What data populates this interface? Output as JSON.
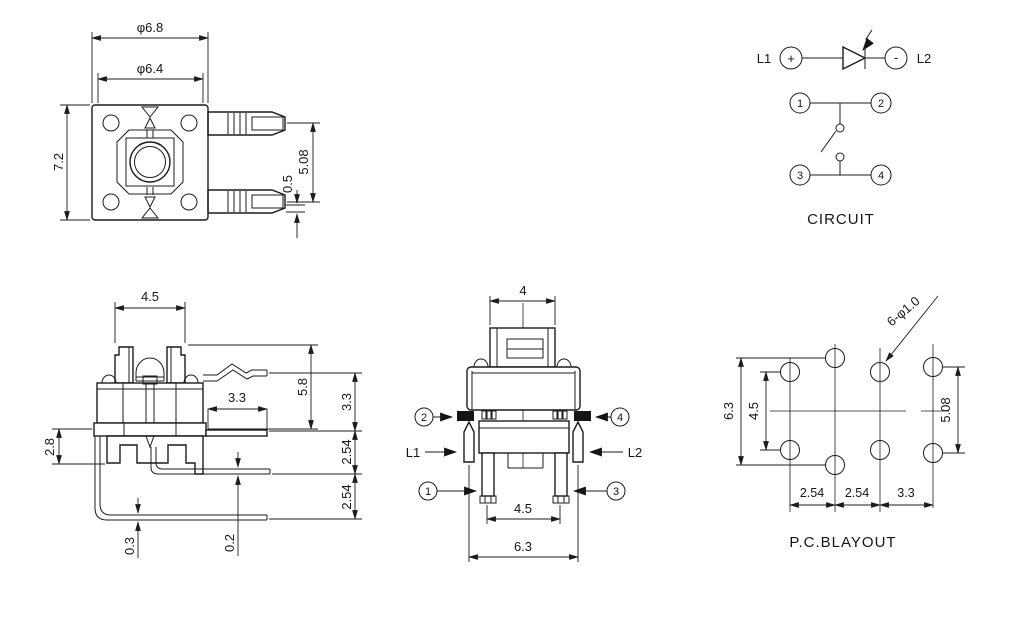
{
  "colors": {
    "background": "#ffffff",
    "line": "#1c1c1c"
  },
  "top_view": {
    "outer_diameter": "φ6.8",
    "inner_diameter": "φ6.4",
    "body_height": "7.2",
    "arm_pitch": "5.08",
    "arm_offset": "0.5"
  },
  "side_view": {
    "cap_width": "4.5",
    "terminal_length": "3.3",
    "overall_height": "5.8",
    "bracket_height": "3.3",
    "flange_height": "2.8",
    "pitch_upper": "2.54",
    "pitch_lower": "2.54",
    "lead_thickness_outer": "0.3",
    "lead_thickness_inner": "0.2"
  },
  "front_view": {
    "cap_width": "4",
    "pin_pitch": "4.5",
    "lead_span": "6.3",
    "pin1": "1",
    "pin2": "2",
    "pin3": "3",
    "pin4": "4",
    "led1": "L1",
    "led2": "L2"
  },
  "circuit": {
    "caption": "CIRCUIT",
    "led_left": "L1",
    "led_right": "L2",
    "plus": "+",
    "minus": "-",
    "pin1": "1",
    "pin2": "2",
    "pin3": "3",
    "pin4": "4"
  },
  "pcb_layout": {
    "caption": "P.C.BLAYOUT",
    "outer_height": "6.3",
    "inner_height": "4.5",
    "right_height": "5.08",
    "pitch1": "2.54",
    "pitch2": "2.54",
    "pitch3": "3.3",
    "hole_note": "6-φ1.0"
  }
}
